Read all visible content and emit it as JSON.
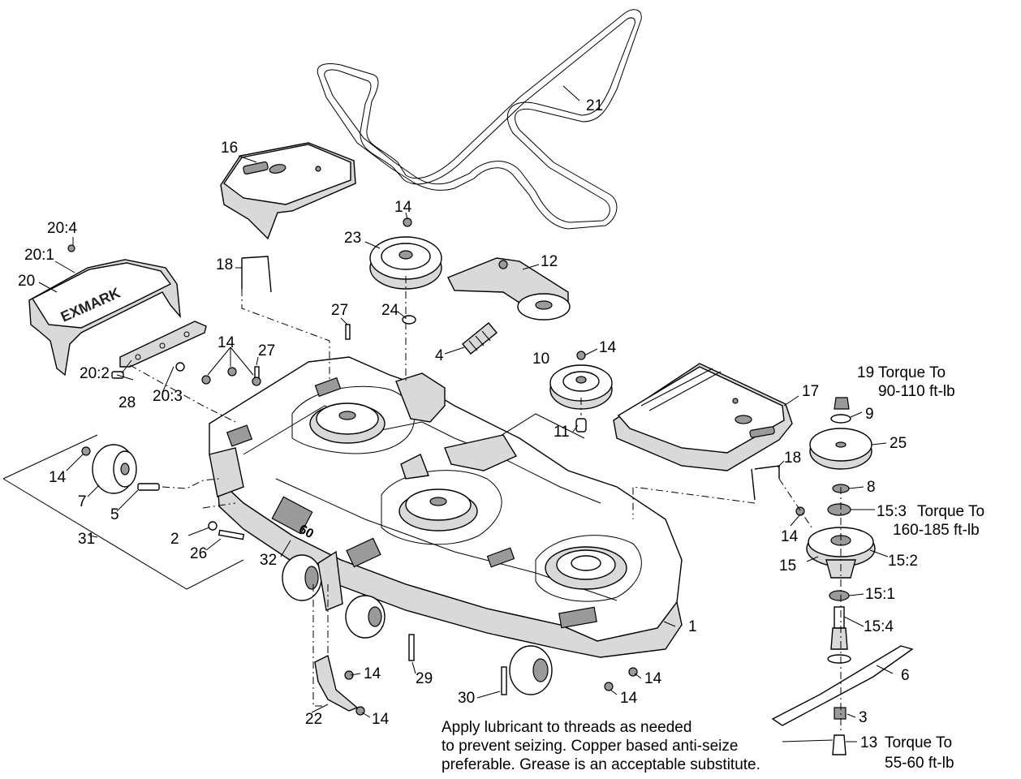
{
  "labels": {
    "l1": "1",
    "l2": "2",
    "l3": "3",
    "l4": "4",
    "l5": "5",
    "l6": "6",
    "l7": "7",
    "l8": "8",
    "l9": "9",
    "l10": "10",
    "l11": "11",
    "l12": "12",
    "l13": "13",
    "l14": "14",
    "l15": "15",
    "l15_1": "15:1",
    "l15_2": "15:2",
    "l15_3": "15:3",
    "l15_4": "15:4",
    "l16": "16",
    "l17": "17",
    "l18": "18",
    "l19": "19",
    "l20": "20",
    "l20_1": "20:1",
    "l20_2": "20:2",
    "l20_3": "20:3",
    "l20_4": "20:4",
    "l21": "21",
    "l22": "22",
    "l23": "23",
    "l24": "24",
    "l25": "25",
    "l26": "26",
    "l27": "27",
    "l28": "28",
    "l29": "29",
    "l30": "30",
    "l31": "31",
    "l32": "32"
  },
  "torque": {
    "t19_label": "Torque To",
    "t19_value": "90-110 ft-lb",
    "t15_3_label": "Torque To",
    "t15_3_value": "160-185 ft-lb",
    "t13_label": "Torque To",
    "t13_value": "55-60 ft-lb"
  },
  "note_lines": [
    "Apply lubricant to threads as needed",
    "to prevent seizing. Copper based anti-seize",
    "preferable. Grease is an acceptable substitute."
  ],
  "deck_decal": "60"
}
